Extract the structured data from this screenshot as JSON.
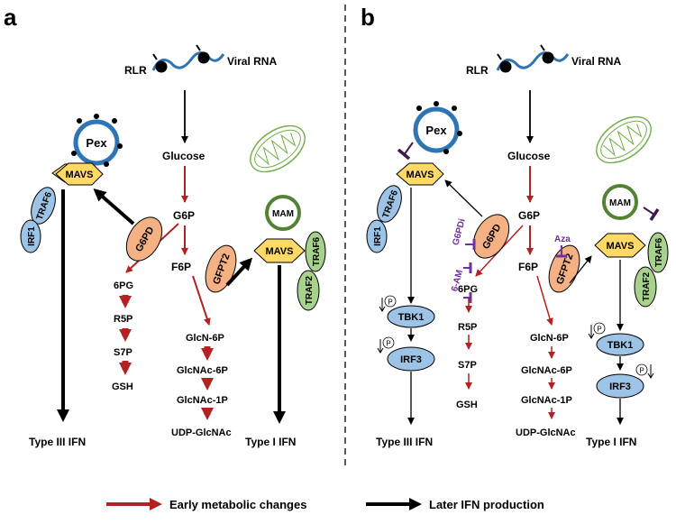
{
  "panels": {
    "a": {
      "letter": "a",
      "rlr": "RLR",
      "viral_rna": "Viral RNA",
      "pex": "Pex",
      "mavs_left": "MAVS",
      "traf6_left": "TRAF6",
      "irf1": "IRF1",
      "g6pd": "G6PD",
      "glucose": "Glucose",
      "g6p": "G6P",
      "f6p": "F6P",
      "gfpt2": "GFPT2",
      "mam": "MAM",
      "mavs_right": "MAVS",
      "traf6_right": "TRAF6",
      "traf2": "TRAF2",
      "pg6": "6PG",
      "r5p": "R5P",
      "s7p": "S7P",
      "gsh": "GSH",
      "glcn6p": "GlcN-6P",
      "glcnac6p": "GlcNAc-6P",
      "glcnac1p": "GlcNAc-1P",
      "udp": "UDP-GlcNAc",
      "type3": "Type III IFN",
      "type1": "Type I IFN"
    },
    "b": {
      "letter": "b",
      "rlr": "RLR",
      "viral_rna": "Viral RNA",
      "pex": "Pex",
      "mavs_left": "MAVS",
      "traf6_left": "TRAF6",
      "irf1": "IRF1",
      "g6pd": "G6PD",
      "g6pdi": "G6PDi",
      "am6": "6-AM",
      "aza": "Aza",
      "glucose": "Glucose",
      "g6p": "G6P",
      "f6p": "F6P",
      "gfpt2": "GFPT2",
      "mam": "MAM",
      "mavs_right": "MAVS",
      "traf6_right": "TRAF6",
      "traf2": "TRAF2",
      "tbk1_left": "TBK1",
      "irf3_left": "IRF3",
      "tbk1_right": "TBK1",
      "irf3_right": "IRF3",
      "phospho": "P",
      "pg6": "6PG",
      "r5p": "R5P",
      "s7p": "S7P",
      "gsh": "GSH",
      "glcn6p": "GlcN-6P",
      "glcnac6p": "GlcNAc-6P",
      "glcnac1p": "GlcNAc-1P",
      "udp": "UDP-GlcNAc",
      "type3": "Type III IFN",
      "type1": "Type I IFN"
    }
  },
  "legend": {
    "early": "Early metabolic changes",
    "later": "Later IFN production"
  },
  "colors": {
    "red": "#b22222",
    "black": "#000000",
    "blue_fill": "#9dc3e6",
    "orange_fill": "#f4b183",
    "green_fill": "#a9d18e",
    "yellow_fill": "#ffd966",
    "pex_blue": "#2e75b6",
    "mam_green": "#548235",
    "purple": "#7030a0"
  }
}
